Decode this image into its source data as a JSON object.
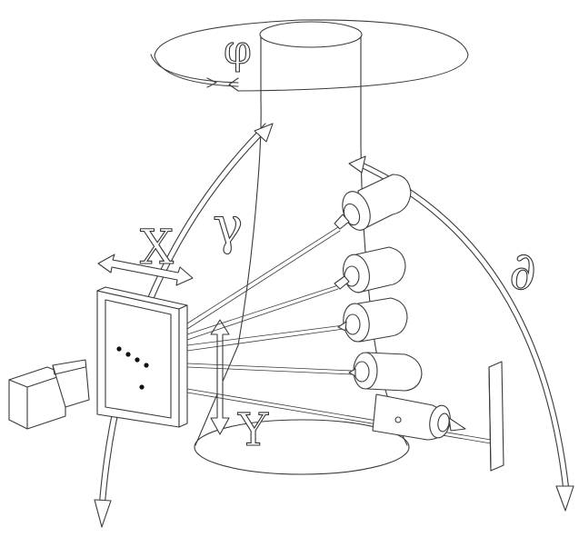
{
  "labels": {
    "phi": "φ",
    "x": "X",
    "gamma": "γ",
    "y": "Y",
    "theta": "∂"
  },
  "colors": {
    "line": "#3a3a3a",
    "dots": "#111111",
    "background": "#ffffff"
  },
  "icons": {
    "camera": "camera-icon",
    "screen": "detector-screen",
    "arrows": "motion-arrows"
  }
}
